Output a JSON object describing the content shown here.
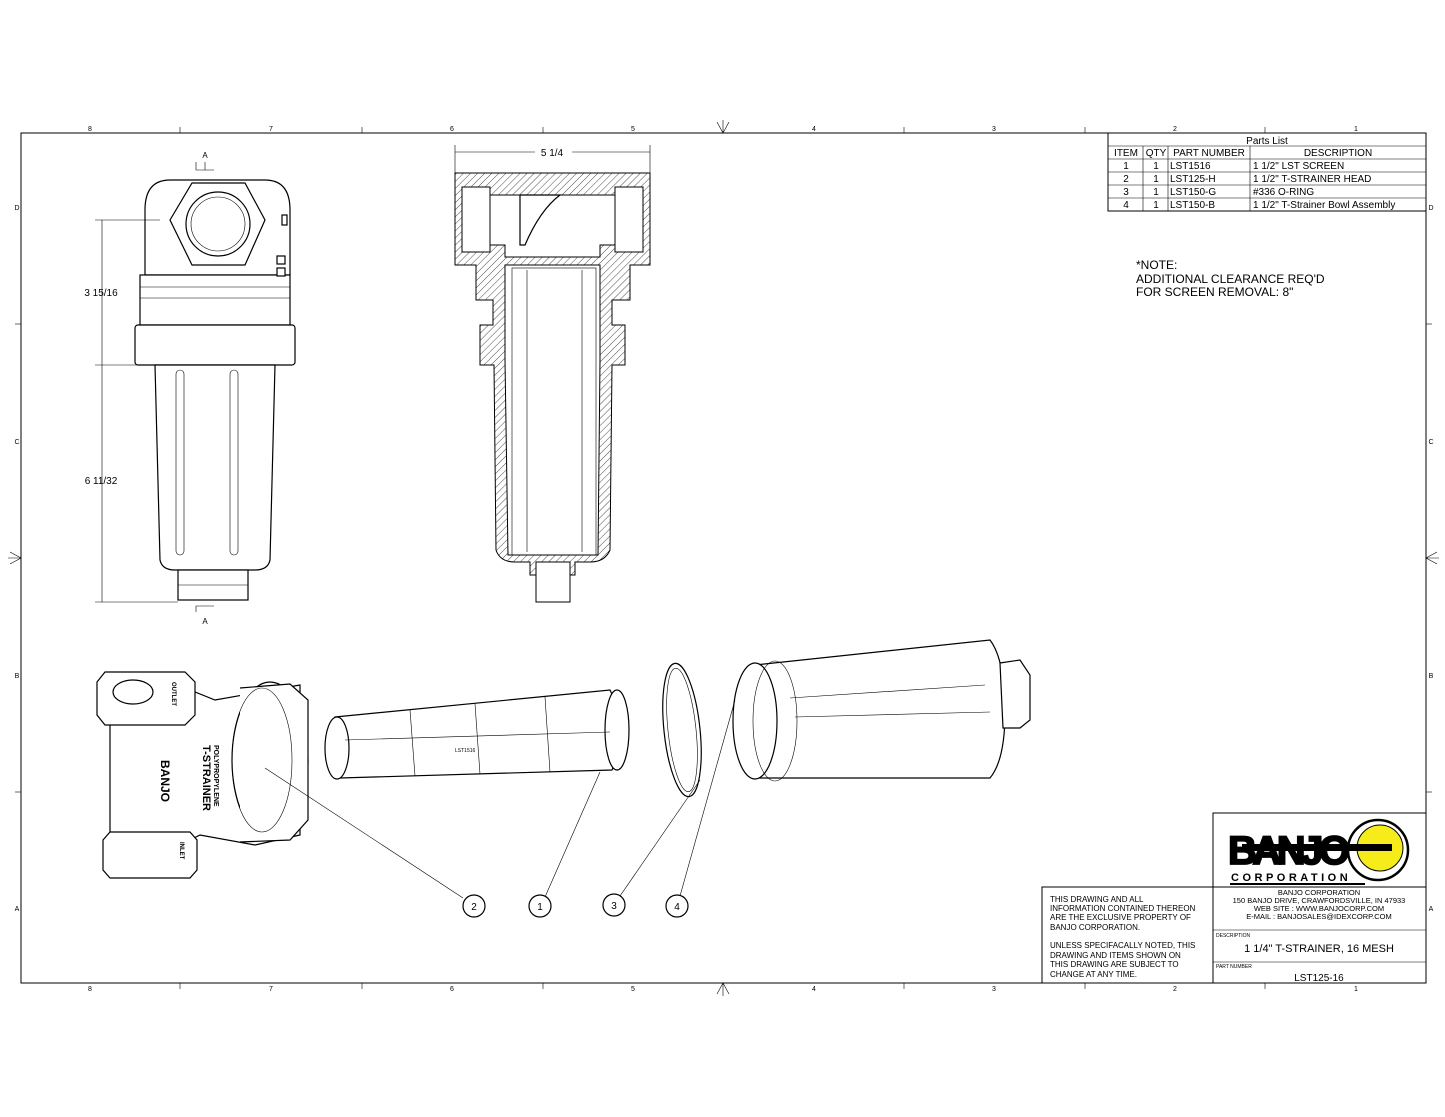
{
  "zones": {
    "columns": [
      "8",
      "7",
      "6",
      "5",
      "4",
      "3",
      "2",
      "1"
    ],
    "rows": [
      "D",
      "C",
      "B",
      "A"
    ]
  },
  "parts_list": {
    "title": "Parts List",
    "headers": [
      "ITEM",
      "QTY",
      "PART NUMBER",
      "DESCRIPTION"
    ],
    "rows": [
      [
        "1",
        "1",
        "LST1516",
        "1 1/2\" LST SCREEN"
      ],
      [
        "2",
        "1",
        "LST125-H",
        "1 1/2\" T-STRAINER HEAD"
      ],
      [
        "3",
        "1",
        "LST150-G",
        "#336 O-RING"
      ],
      [
        "4",
        "1",
        "LST150-B",
        "1 1/2\" T-Strainer Bowl Assembly"
      ]
    ]
  },
  "note": {
    "line1": "*NOTE:",
    "line2": "ADDITIONAL CLEARANCE REQ'D",
    "line3": "FOR SCREEN REMOVAL: 8\""
  },
  "dimensions": {
    "width": "5 1/4",
    "head_height": "3 15/16",
    "bowl_height": "6 11/32",
    "section_label": "A"
  },
  "part_markings": {
    "brand": "BANJO",
    "model": "T-STRAINER",
    "material": "POLYPROPYLENE",
    "outlet": "OUTLET",
    "inlet": "INLET",
    "screen_mark": "LST1516"
  },
  "balloons": [
    "2",
    "1",
    "3",
    "4"
  ],
  "title_block": {
    "logo_text": "BANJO",
    "logo_sub": "CORPORATION",
    "company": "BANJO CORPORATION",
    "address": "150 BANJO DRIVE, CRAWFORDSVILLE, IN 47933",
    "website": "WEB SITE : WWW.BANJOCORP.COM",
    "email": "E-MAIL : BANJOSALES@IDEXCORP.COM",
    "disclaimer1": [
      "THIS DRAWING AND ALL",
      "INFORMATION CONTAINED THEREON",
      "ARE THE EXCLUSIVE PROPERTY OF",
      "BANJO CORPORATION."
    ],
    "disclaimer2": [
      "UNLESS SPECIFACALLY NOTED, THIS",
      "DRAWING AND ITEMS SHOWN ON",
      "THIS DRAWING ARE SUBJECT TO",
      "CHANGE AT ANY TIME."
    ],
    "description_label": "DESCRIPTION",
    "description": "1 1/4\" T-STRAINER, 16 MESH",
    "part_number_label": "PART NUMBER",
    "part_number": "LST125-16"
  },
  "colors": {
    "logo_yellow": "#f5ec1a",
    "line": "#000000"
  }
}
